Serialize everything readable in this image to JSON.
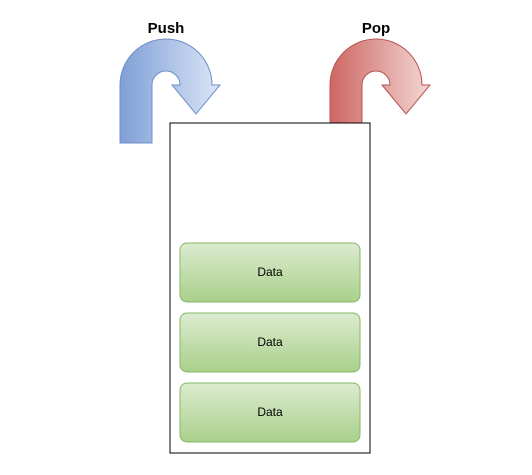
{
  "diagram": {
    "push_label": "Push",
    "pop_label": "Pop",
    "items": [
      {
        "label": "Data"
      },
      {
        "label": "Data"
      },
      {
        "label": "Data"
      }
    ]
  },
  "colors": {
    "push_arrow_dark": "#7f9fd6",
    "push_arrow_light": "#dce6f6",
    "pop_arrow_dark": "#d06f6b",
    "pop_arrow_light": "#f2d2d0",
    "item_fill_top": "#dcebd0",
    "item_fill_bottom": "#a9d08a",
    "item_border": "#85b86a",
    "stack_border": "#000000"
  }
}
